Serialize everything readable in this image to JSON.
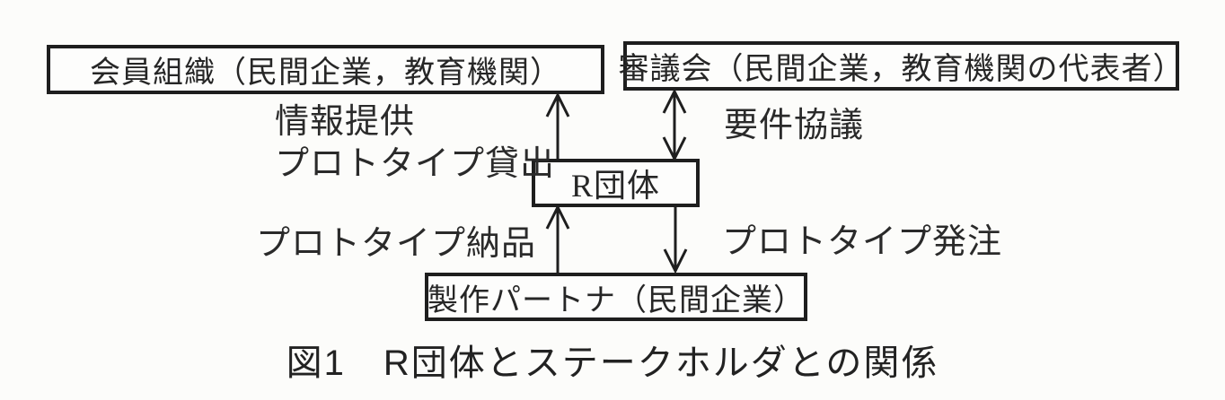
{
  "figure_caption": "図1　R団体とステークホルダとの関係",
  "nodes": {
    "member_org": {
      "label": "会員組織（民間企業，教育機関）"
    },
    "council": {
      "label": "審議会（民間企業，教育機関の代表者）"
    },
    "r_org": {
      "label": "R団体"
    },
    "production_partner": {
      "label": "製作パートナ（民間企業）"
    }
  },
  "edges": {
    "info_provision": {
      "line1": "情報提供",
      "line2": "プロトタイプ貸出",
      "from": "R団体",
      "to": "会員組織",
      "arrow": "single-head-up"
    },
    "requirement_consultation": {
      "label": "要件協議",
      "from": "R団体",
      "to": "審議会",
      "arrow": "double-head"
    },
    "prototype_delivery": {
      "label": "プロトタイプ納品",
      "from": "製作パートナ",
      "to": "R団体",
      "arrow": "single-head-up"
    },
    "prototype_order": {
      "label": "プロトタイプ発注",
      "from": "R団体",
      "to": "製作パートナ",
      "arrow": "single-head-down"
    }
  },
  "colors": {
    "ink": "#1e1e1e",
    "paper": "#fcfcfa"
  }
}
